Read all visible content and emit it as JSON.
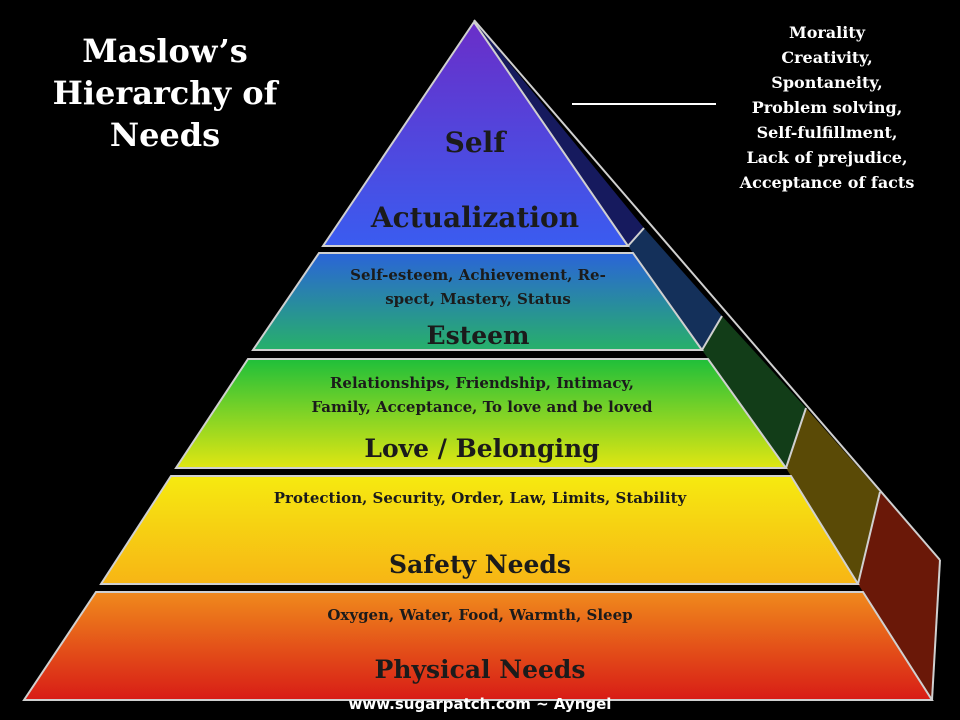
{
  "title_lines": [
    "Maslow’s",
    "Hierarchy of",
    "Needs"
  ],
  "self_actualization_traits": [
    "Morality",
    "Creativity,",
    "Spontaneity,",
    "Problem solving,",
    "Self-fulfillment,",
    "Lack of prejudice,",
    "Acceptance of facts"
  ],
  "levels": {
    "self_actualization": {
      "name_lines": [
        "Self",
        "Actualization"
      ],
      "description_lines": []
    },
    "esteem": {
      "name_lines": [
        "Esteem"
      ],
      "description_lines": [
        "Self-esteem, Achievement, Re-",
        "spect, Mastery, Status"
      ]
    },
    "love_belonging": {
      "name_lines": [
        "Love / Belonging"
      ],
      "description_lines": [
        "Relationships, Friendship, Intimacy,",
        "Family, Acceptance, To love and be loved"
      ]
    },
    "safety": {
      "name_lines": [
        "Safety Needs"
      ],
      "description_lines": [
        "Protection, Security, Order, Law, Limits, Stability"
      ]
    },
    "physical": {
      "name_lines": [
        "Physical Needs"
      ],
      "description_lines": [
        "Oxygen, Water, Food, Warmth, Sleep"
      ]
    }
  },
  "colors": {
    "background": "#000000",
    "self_top": "#6a2ec8",
    "self_bottom": "#3a5cf0",
    "esteem_top": "#2a64d8",
    "esteem_bottom": "#27b06a",
    "love_top": "#1fbf3a",
    "love_bottom": "#e0e612",
    "safety_top": "#f6ea10",
    "safety_bottom": "#f7b515",
    "physical_top": "#f08a1c",
    "physical_bottom": "#d81c16",
    "text_dark": "#1b1b1b",
    "text_light": "#ffffff"
  },
  "credit": "www.sugarpatch.com ~ Ayngel"
}
